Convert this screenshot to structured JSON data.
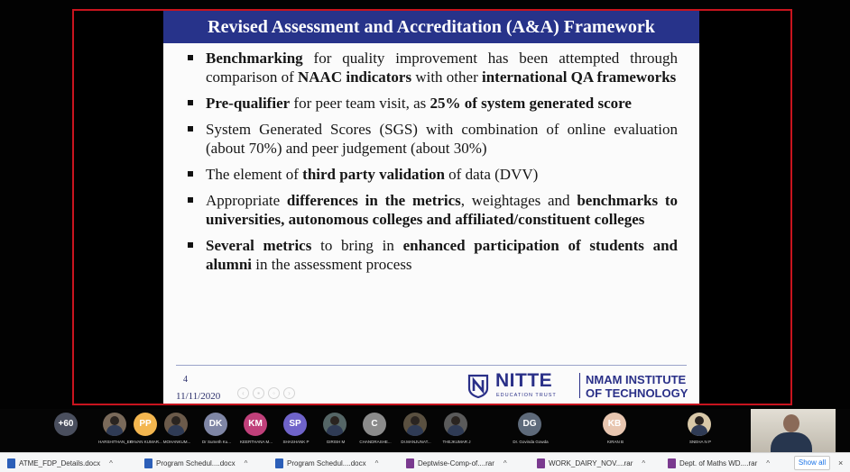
{
  "slide": {
    "title": "Revised Assessment and Accreditation (A&A) Framework",
    "bullets": [
      [
        {
          "t": "Benchmarking",
          "b": true
        },
        {
          "t": " for quality improvement has been attempted through comparison of ",
          "b": false
        },
        {
          "t": "NAAC indicators",
          "b": true
        },
        {
          "t": " with other ",
          "b": false
        },
        {
          "t": "international QA frameworks",
          "b": true
        }
      ],
      [
        {
          "t": "Pre-qualifier",
          "b": true
        },
        {
          "t": " for peer team visit, as ",
          "b": false
        },
        {
          "t": "25% of system generated score",
          "b": true
        }
      ],
      [
        {
          "t": "System Generated Scores (SGS) with combination of online evaluation (about 70%) and peer judgement (about 30%)",
          "b": false
        }
      ],
      [
        {
          "t": "The element of ",
          "b": false
        },
        {
          "t": "third party validation",
          "b": true
        },
        {
          "t": " of data (DVV)",
          "b": false
        }
      ],
      [
        {
          "t": "Appropriate ",
          "b": false
        },
        {
          "t": "differences in the metrics",
          "b": true
        },
        {
          "t": ", weightages and ",
          "b": false
        },
        {
          "t": "benchmarks to universities, autonomous colleges and affiliated/constituent colleges",
          "b": true
        }
      ],
      [
        {
          "t": "Several metrics",
          "b": true
        },
        {
          "t": " to bring in ",
          "b": false
        },
        {
          "t": "enhanced participation of students and alumni",
          "b": true
        },
        {
          "t": " in the assessment process",
          "b": false
        }
      ]
    ],
    "page_number": "4",
    "date": "11/11/2020",
    "logo": {
      "nitte": "NITTE",
      "nitte_sub": "EDUCATION TRUST",
      "institute_line1": "NMAM INSTITUTE",
      "institute_line2": "OF TECHNOLOGY"
    }
  },
  "participants": {
    "overflow_count": "+60",
    "tiles": [
      {
        "initials": "",
        "name": "HARSHITHAN_EC",
        "color": "#7a6a5a",
        "photo": true
      },
      {
        "initials": "PP",
        "name": "PAVAN KUMAR...",
        "color": "#f3b64f",
        "photo": false
      },
      {
        "initials": "",
        "name": "MOHANKUM...",
        "color": "#6b5a4a",
        "photo": true
      },
      {
        "initials": "DK",
        "name": "Dr Sumeth Ku...",
        "color": "#7f86a5",
        "photo": false
      },
      {
        "initials": "KM",
        "name": "KEERTHANA M...",
        "color": "#c0407a",
        "photo": false
      },
      {
        "initials": "SP",
        "name": "SHASHANK P",
        "color": "#6f63c9",
        "photo": false
      },
      {
        "initials": "",
        "name": "GIRISH M",
        "color": "#566",
        "photo": true
      },
      {
        "initials": "C",
        "name": "CHANDRASHE...",
        "color": "#8b8b8b",
        "photo": false
      },
      {
        "initials": "",
        "name": "Dr.MANJUNAT...",
        "color": "#5a5040",
        "photo": true
      },
      {
        "initials": "",
        "name": "THEJKUMAR J",
        "color": "#5a5a5a",
        "photo": true
      },
      {
        "initials": "DG",
        "name": "Dr. Govinda Gowda",
        "color": "#5e6a7a",
        "photo": false
      },
      {
        "initials": "KB",
        "name": "KIRAN B",
        "color": "#e8c6b0",
        "photo": false
      },
      {
        "initials": "",
        "name": "SNEHA N P",
        "color": "#d8c8a8",
        "photo": true
      }
    ]
  },
  "downloads": {
    "items": [
      {
        "name": "ATME_FDP_Details.docx",
        "type": "doc"
      },
      {
        "name": "Program Schedul....docx",
        "type": "doc"
      },
      {
        "name": "Program Schedul....docx",
        "type": "doc"
      },
      {
        "name": "Deptwise-Comp-of....rar",
        "type": "rar"
      },
      {
        "name": "WORK_DAIRY_NOV....rar",
        "type": "rar"
      },
      {
        "name": "Dept. of Maths WD....rar",
        "type": "rar"
      }
    ],
    "show_all": "Show all",
    "close": "×",
    "caret": "^"
  }
}
